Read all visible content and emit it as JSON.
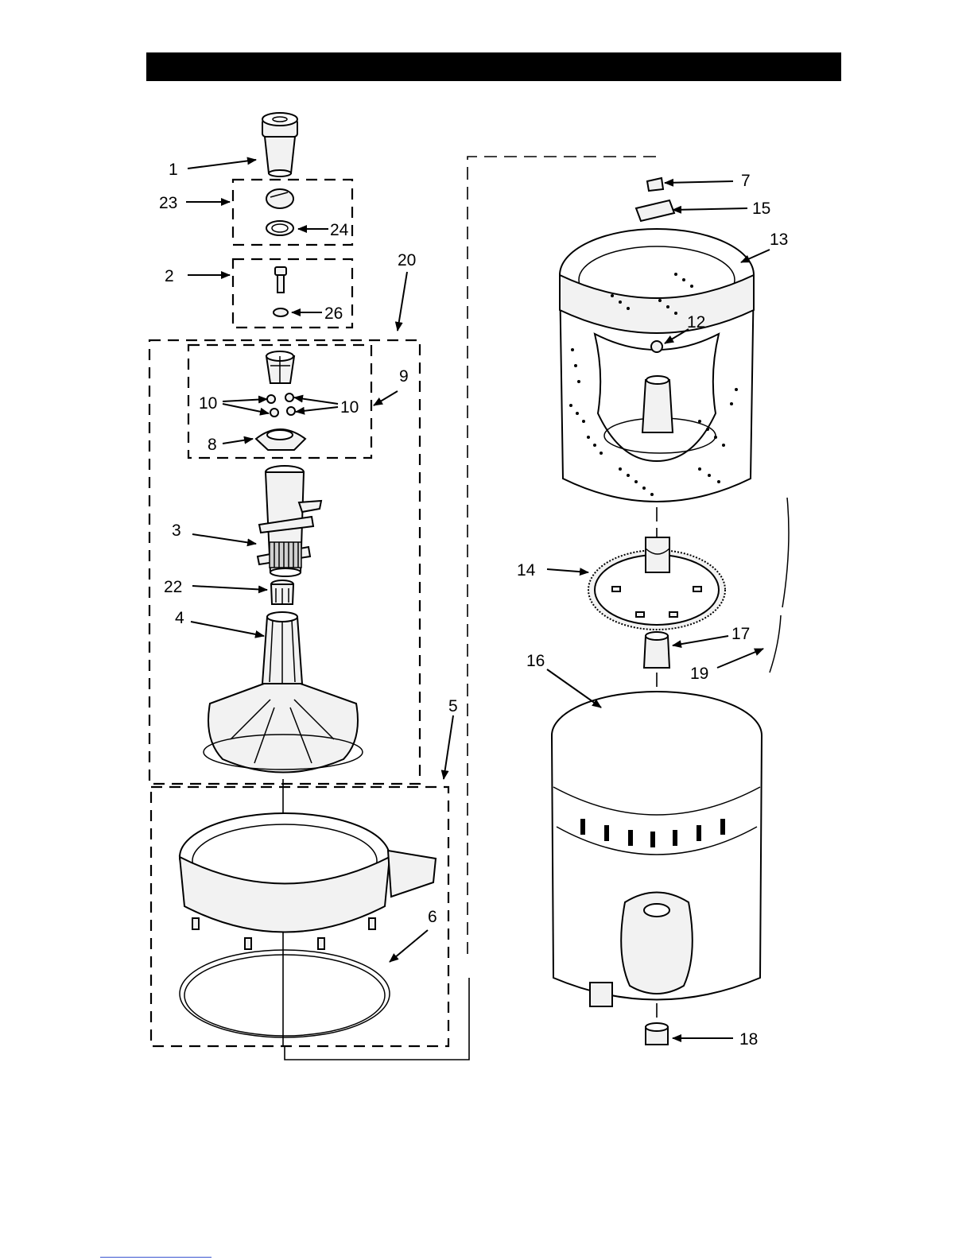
{
  "header_bar": {
    "color": "#000000"
  },
  "callouts": [
    "1",
    "23",
    "24",
    "2",
    "26",
    "20",
    "9",
    "10",
    "10",
    "8",
    "3",
    "22",
    "4",
    "5",
    "6",
    "7",
    "15",
    "13",
    "12",
    "14",
    "17",
    "19",
    "16",
    "18"
  ]
}
